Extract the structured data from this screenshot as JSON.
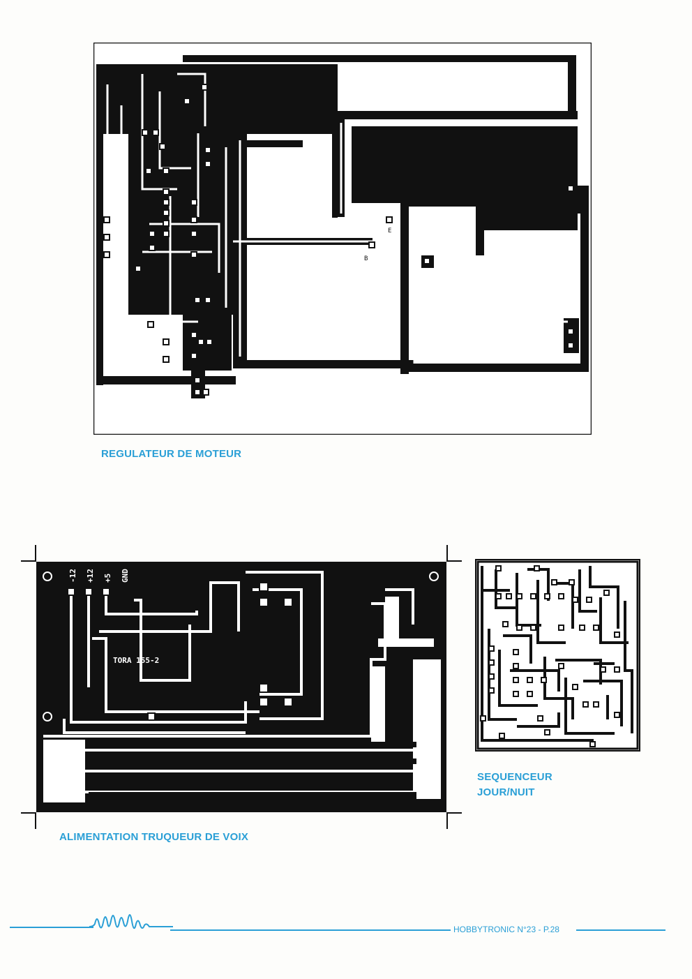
{
  "colors": {
    "accent": "#2a9fd6",
    "ink": "#111111",
    "board": "#ffffff"
  },
  "boards": {
    "motor": {
      "caption": "REGULATEUR DE MOTEUR",
      "pad_labels": {
        "e": "E",
        "b": "B"
      }
    },
    "power": {
      "caption": "ALIMENTATION TRUQUEUR DE VOIX",
      "rail_labels": [
        "-12",
        "+12",
        "+5",
        "GND"
      ],
      "part_label": "TORA 155-2"
    },
    "sequencer": {
      "caption_line1": "SEQUENCEUR",
      "caption_line2": "JOUR/NUIT"
    }
  },
  "footer": {
    "text": "HOBBYTRONIC N°23 - P.28",
    "logo_icon": "waveform-icon"
  }
}
